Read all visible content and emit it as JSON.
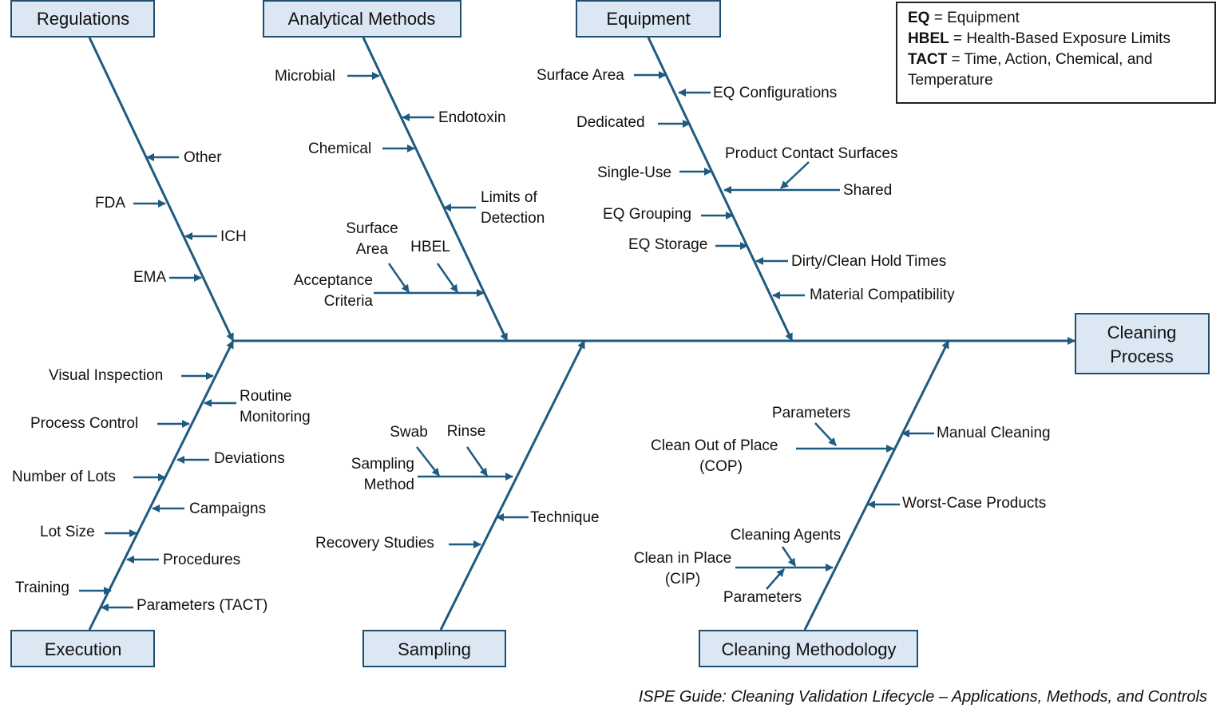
{
  "effect": {
    "line1": "Cleaning",
    "line2": "Process"
  },
  "categories": {
    "regulations": "Regulations",
    "analytical": "Analytical Methods",
    "equipment": "Equipment",
    "execution": "Execution",
    "sampling": "Sampling",
    "methodology": "Cleaning Methodology"
  },
  "causes": {
    "regulations": {
      "other": "Other",
      "fda": "FDA",
      "ich": "ICH",
      "ema": "EMA"
    },
    "analytical": {
      "microbial": "Microbial",
      "endotoxin": "Endotoxin",
      "chemical": "Chemical",
      "limits_1": "Limits of",
      "limits_2": "Detection",
      "surface_1": "Surface",
      "surface_2": "Area",
      "hbel": "HBEL",
      "acceptance_1": "Acceptance",
      "acceptance_2": "Criteria"
    },
    "equipment": {
      "surface_area": "Surface Area",
      "eq_config": "EQ Configurations",
      "dedicated": "Dedicated",
      "product_contact": "Product Contact Surfaces",
      "single_use": "Single-Use",
      "shared": "Shared",
      "eq_grouping": "EQ Grouping",
      "eq_storage": "EQ Storage",
      "hold_times": "Dirty/Clean Hold Times",
      "material": "Material Compatibility"
    },
    "execution": {
      "visual": "Visual Inspection",
      "routine_1": "Routine",
      "routine_2": "Monitoring",
      "process_control": "Process Control",
      "deviations": "Deviations",
      "lots": "Number of Lots",
      "campaigns": "Campaigns",
      "lot_size": "Lot Size",
      "procedures": "Procedures",
      "training": "Training",
      "parameters": "Parameters (TACT)"
    },
    "sampling": {
      "swab": "Swab",
      "rinse": "Rinse",
      "method_1": "Sampling",
      "method_2": "Method",
      "technique": "Technique",
      "recovery": "Recovery Studies"
    },
    "methodology": {
      "cop_params": "Parameters",
      "manual": "Manual Cleaning",
      "cop_1": "Clean Out of Place",
      "cop_2": "(COP)",
      "worst_case": "Worst-Case Products",
      "agents": "Cleaning Agents",
      "cip_1": "Clean in Place",
      "cip_2": "(CIP)",
      "cip_params": "Parameters"
    }
  },
  "legend": [
    {
      "abbr": "EQ",
      "desc": " = Equipment"
    },
    {
      "abbr": "HBEL",
      "desc": " = Health-Based Exposure Limits"
    },
    {
      "abbr": "TACT",
      "desc": " = Time, Action, Chemical, and"
    },
    {
      "abbr": "",
      "desc": "Temperature"
    }
  ],
  "caption": "ISPE Guide: Cleaning Validation Lifecycle – Applications, Methods, and Controls",
  "colors": {
    "line": "#1f5a80",
    "box_fill": "#dbe7f3",
    "box_stroke": "#1f4e6e"
  }
}
